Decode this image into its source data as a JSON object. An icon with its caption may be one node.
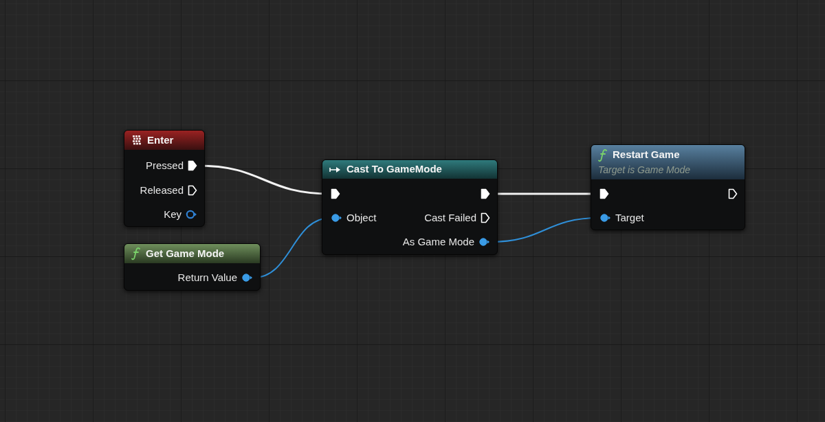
{
  "diagram": {
    "nodes": [
      {
        "text": [
          "Enter"
        ]
      },
      {
        "text": [
          "Pressed"
        ],
        "in": 0
      },
      {
        "text": [
          "Released"
        ],
        "in": 0
      },
      {
        "text": [
          "Key"
        ],
        "in": 0
      },
      {
        "text": [
          "Get Game Mode"
        ]
      },
      {
        "text": [
          "Return Value"
        ],
        "in": 4
      },
      {
        "text": [
          "Cast To GameMode"
        ]
      },
      {
        "text": [],
        "shape": "pentagon",
        "in": 6
      },
      {
        "text": [],
        "shape": "pentagon",
        "in": 6
      },
      {
        "text": [
          "Object"
        ],
        "in": 6
      },
      {
        "text": [
          "Cast Failed"
        ],
        "in": 6
      },
      {
        "text": [
          "As Game Mode"
        ],
        "in": 6
      },
      {
        "text": [
          "Restart Game",
          "Target is Game Mode"
        ]
      },
      {
        "text": [],
        "shape": "pentagon",
        "in": 12
      },
      {
        "text": [],
        "shape": "pentagon",
        "in": 12
      },
      {
        "text": [
          "Target"
        ],
        "in": 12
      }
    ],
    "edges": [
      {
        "from": 1,
        "to": 7,
        "arrow": "none"
      },
      {
        "from": 5,
        "to": 9,
        "arrow": "none",
        "color": "#2f8fd8"
      },
      {
        "from": 8,
        "to": 13,
        "arrow": "none"
      },
      {
        "from": 11,
        "to": 15,
        "arrow": "none",
        "color": "#2f8fd8"
      }
    ]
  }
}
